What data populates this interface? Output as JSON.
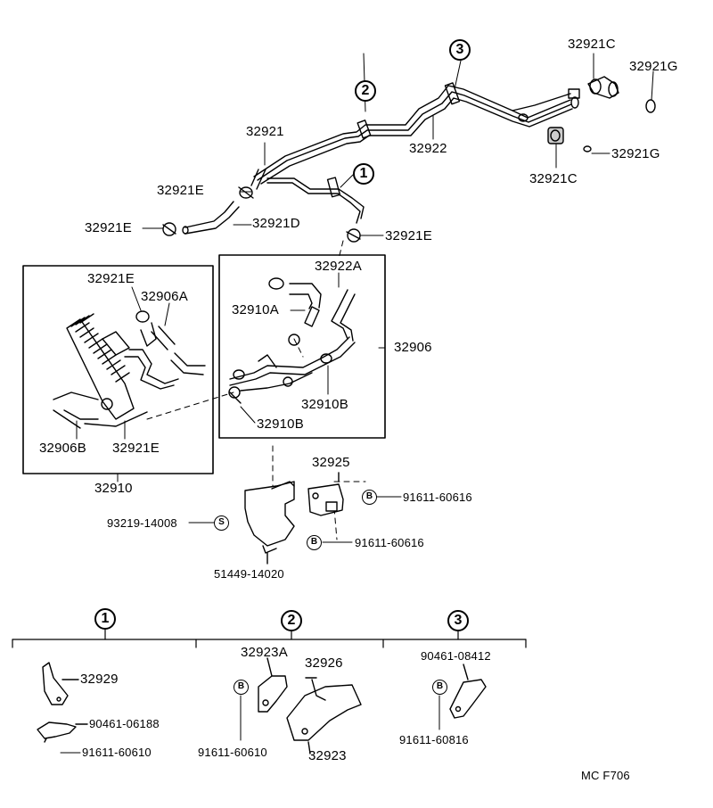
{
  "callouts": {
    "c1": "1",
    "c2": "2",
    "c3": "3"
  },
  "fastener_marks": {
    "s": "S",
    "b": "B"
  },
  "labels": {
    "p32921C_top": "32921C",
    "p32921G_top": "32921G",
    "p32921": "32921",
    "p32922": "32922",
    "p32921G_right": "32921G",
    "p32921C_right": "32921C",
    "p32921E_a": "32921E",
    "p32921E_b": "32921E",
    "p32921D": "32921D",
    "p32921E_c": "32921E",
    "p32921E_box": "32921E",
    "p32906A": "32906A",
    "p32922A": "32922A",
    "p32910A": "32910A",
    "p32906": "32906",
    "p32910B_a": "32910B",
    "p32910B_b": "32910B",
    "p32906B": "32906B",
    "p32921E_box2": "32921E",
    "p32910": "32910",
    "p32925": "32925",
    "b91611_60616_a": "91611-60616",
    "b93219_14008": "93219-14008",
    "b91611_60616_b": "91611-60616",
    "p51449_14020": "51449-14020",
    "d32929": "32929",
    "d90461_06188": "90461-06188",
    "d91611_60610_1": "91611-60610",
    "d32923A": "32923A",
    "d32926": "32926",
    "d91611_60610_2": "91611-60610",
    "d32923": "32923",
    "d90461_08412": "90461-08412",
    "d91611_60816": "91611-60816",
    "code": "MC  F706"
  }
}
